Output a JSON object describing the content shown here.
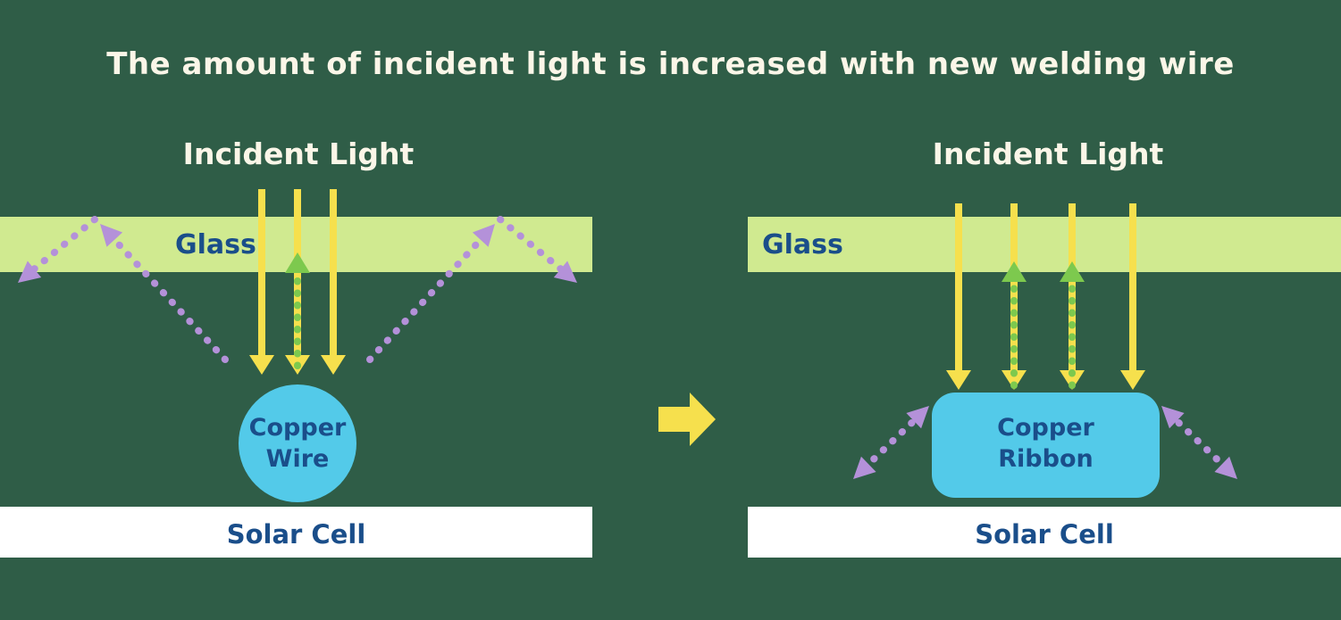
{
  "title": "The amount of incident light is increased with new welding wire",
  "colors": {
    "background": "#2F5D47",
    "text_light": "#FBF6E8",
    "text_navy": "#1A4E8A",
    "glass": "#D0EA90",
    "yellow": "#F6E04D",
    "green": "#7DC94E",
    "purple": "#B491D9",
    "cyan": "#53CAE9",
    "white": "#FFFFFF"
  },
  "icons": {
    "transition_arrow": "right-arrow",
    "incident_arrows": "down-arrow",
    "reflected_arrows": "up-arrow-dotted",
    "scattered_arrows": "diagonal-dotted-arrow"
  },
  "left": {
    "incident_light": "Incident Light",
    "glass": "Glass",
    "conductor_line1": "Copper",
    "conductor_line2": "Wire",
    "solar_cell": "Solar Cell"
  },
  "right": {
    "incident_light": "Incident Light",
    "glass": "Glass",
    "conductor_line1": "Copper",
    "conductor_line2": "Ribbon",
    "solar_cell": "Solar Cell"
  }
}
